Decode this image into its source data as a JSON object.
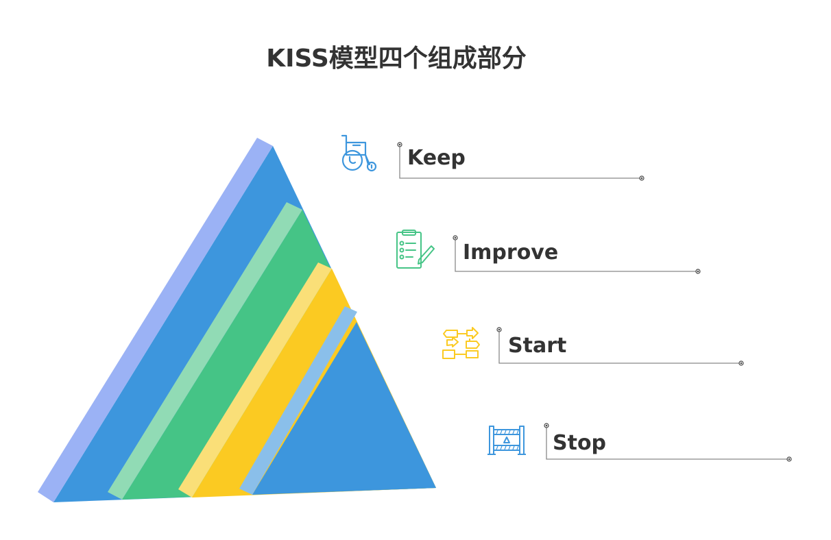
{
  "title": "KISS模型四个组成部分",
  "colors": {
    "blue": "#3d96dd",
    "purple_edge": "#9bb2f5",
    "green": "#45c486",
    "green_edge": "#91dbb5",
    "yellow": "#fbca22",
    "yellow_edge": "#fadf78",
    "lightblue_edge": "#8abfea",
    "line": "#888888",
    "text": "#333333"
  },
  "items": [
    {
      "label": "Keep",
      "icon": "wheelchair-icon",
      "color": "#3d96dd"
    },
    {
      "label": "Improve",
      "icon": "clipboard-checklist-icon",
      "color": "#45c486"
    },
    {
      "label": "Start",
      "icon": "flowchart-icon",
      "color": "#fbca22"
    },
    {
      "label": "Stop",
      "icon": "warning-barrier-icon",
      "color": "#3d96dd"
    }
  ]
}
